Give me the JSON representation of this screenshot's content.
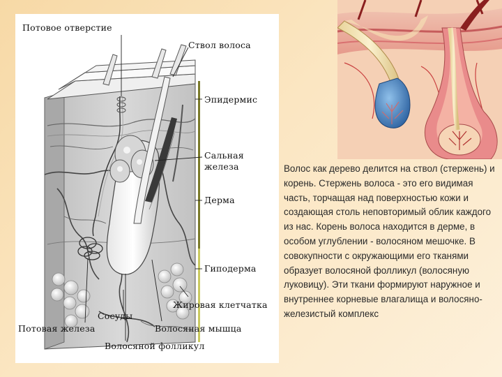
{
  "diagram": {
    "labels": {
      "sweat_pore": "Потовое отверстие",
      "hair_shaft": "Ствол волоса",
      "epidermis": "Эпидермис",
      "sebaceous_gland_line1": "Сальная",
      "sebaceous_gland_line2": "железа",
      "dermis": "Дерма",
      "hypodermis": "Гиподерма",
      "fat_tissue": "Жировая клетчатка",
      "vessels": "Сосуды",
      "sweat_gland": "Потовая железа",
      "hair_muscle": "Волосяная мышца",
      "hair_follicle": "Волосяной фолликул"
    }
  },
  "description": "Волос как дерево делится на ствол (стержень) и корень. Стержень волоса - это его видимая часть, торчащая над поверхностью кожи и создающая столь неповторимый облик каждого из нас. Корень волоса находится в дерме, в особом углублении - волосяном мешочке. В совокупности с окружающими его тканями образует волосяной фолликул (волосяную луковицу). Эти ткани формируют наружное и внутреннее корневые влагалища и волосяно-железистый комплекс",
  "colors": {
    "background": "#fbe6c2",
    "text": "#2a2a2a",
    "skin_pink": "#e98b8b",
    "bulb_blue": "#3f7fc4",
    "hair_cream": "#f2e3b3"
  }
}
